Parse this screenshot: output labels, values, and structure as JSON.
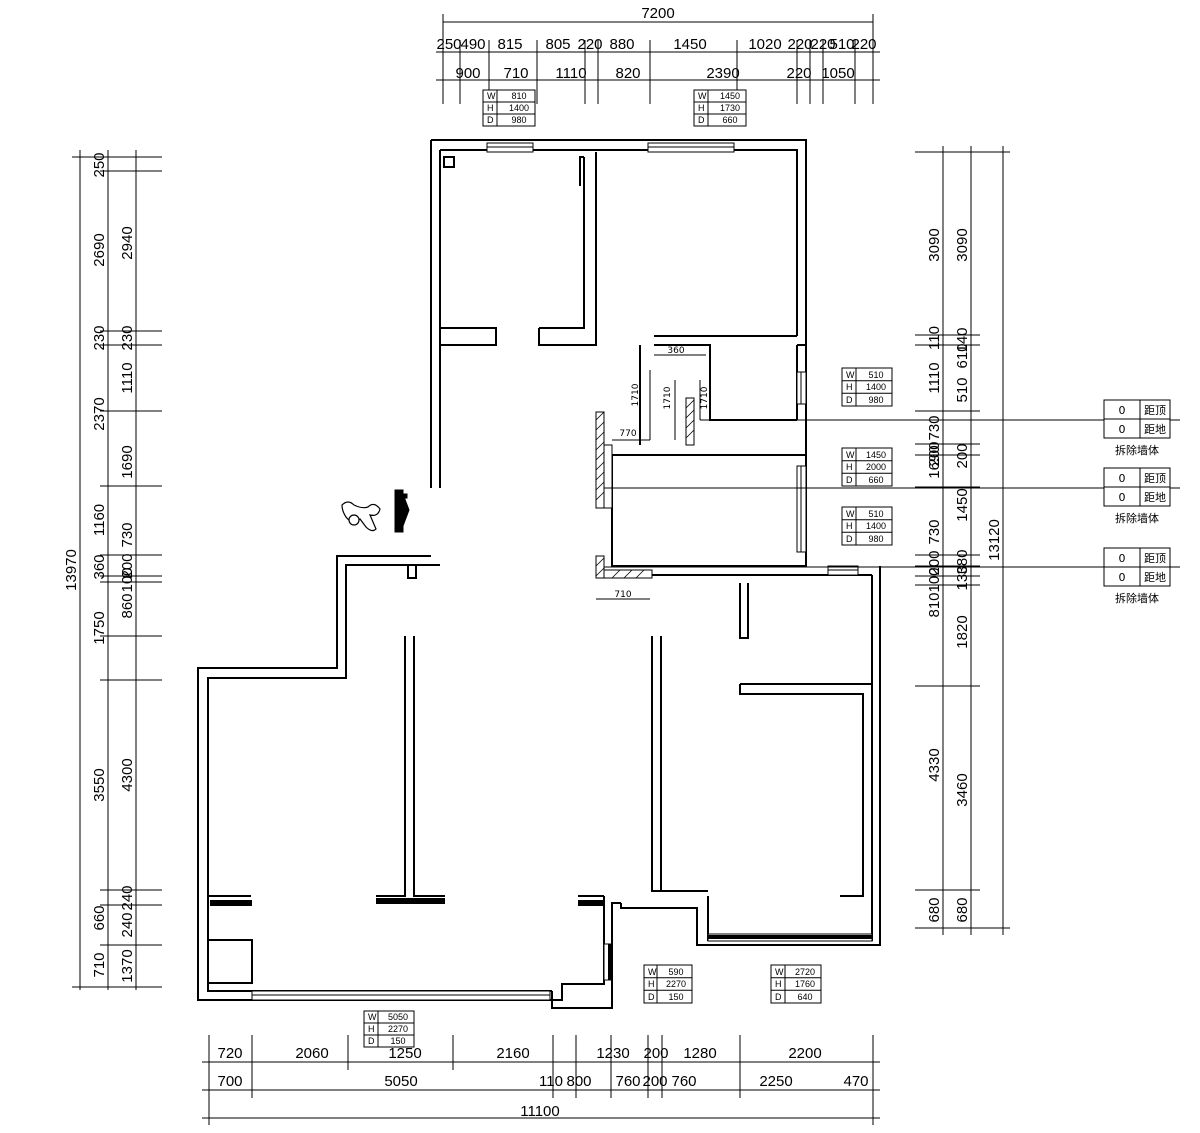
{
  "top_dims": {
    "overall": "7200",
    "row1": [
      "250",
      "490",
      "815",
      "805",
      "220",
      "880",
      "1450",
      "1020",
      "220",
      "220",
      "510",
      "220"
    ],
    "row2": [
      "900",
      "710",
      "1110",
      "820",
      "2390",
      "220",
      "1050"
    ]
  },
  "bottom_dims": {
    "row1": [
      "720",
      "2060",
      "1250",
      "2160",
      "1230",
      "200",
      "1280",
      "2200"
    ],
    "row2": [
      "700",
      "5050",
      "110",
      "800",
      "760",
      "200",
      "760",
      "2250",
      "470"
    ],
    "overall": "11100"
  },
  "left_dims": {
    "overall": "13970",
    "outer": [
      "250",
      "2690",
      "230",
      "2370",
      "1160",
      "360",
      "1750",
      "3550",
      "660",
      "710"
    ],
    "inner": [
      "2940",
      "230",
      "1110",
      "1690",
      "730",
      "200",
      "100",
      "860",
      "4300",
      "240",
      "240",
      "1370"
    ]
  },
  "right_dims": {
    "overall": "13120",
    "outer": [
      "3090",
      "110",
      "1110",
      "730",
      "200",
      "1690",
      "730",
      "200",
      "100",
      "810",
      "4330",
      "680"
    ],
    "inner": [
      "3090",
      "140",
      "610",
      "510",
      "200",
      "1450",
      "380",
      "130",
      "1820",
      "3460",
      "680"
    ]
  },
  "window_tables": [
    {
      "rows": [
        [
          "W",
          "810"
        ],
        [
          "H",
          "1400"
        ],
        [
          "D",
          "980"
        ]
      ]
    },
    {
      "rows": [
        [
          "W",
          "1450"
        ],
        [
          "H",
          "1730"
        ],
        [
          "D",
          "660"
        ]
      ]
    },
    {
      "rows": [
        [
          "W",
          "510"
        ],
        [
          "H",
          "1400"
        ],
        [
          "D",
          "980"
        ]
      ]
    },
    {
      "rows": [
        [
          "W",
          "1450"
        ],
        [
          "H",
          "2000"
        ],
        [
          "D",
          "660"
        ]
      ]
    },
    {
      "rows": [
        [
          "W",
          "510"
        ],
        [
          "H",
          "1400"
        ],
        [
          "D",
          "980"
        ]
      ]
    },
    {
      "rows": [
        [
          "W",
          "590"
        ],
        [
          "H",
          "2270"
        ],
        [
          "D",
          "150"
        ]
      ]
    },
    {
      "rows": [
        [
          "W",
          "2720"
        ],
        [
          "H",
          "1760"
        ],
        [
          "D",
          "640"
        ]
      ]
    },
    {
      "rows": [
        [
          "W",
          "5050"
        ],
        [
          "H",
          "2270"
        ],
        [
          "D",
          "150"
        ]
      ]
    }
  ],
  "demolish_tags": [
    {
      "top_val": "0",
      "top_label": "距顶",
      "bottom_val": "0",
      "bottom_label": "距地",
      "caption": "拆除墙体"
    },
    {
      "top_val": "0",
      "top_label": "距顶",
      "bottom_val": "0",
      "bottom_label": "距地",
      "caption": "拆除墙体"
    },
    {
      "top_val": "0",
      "top_label": "距顶",
      "bottom_val": "0",
      "bottom_label": "距地",
      "caption": "拆除墙体"
    }
  ],
  "interior_dims": {
    "a": "1710",
    "b": "1710",
    "c": "1710",
    "d": "770",
    "e": "710",
    "f": "360"
  }
}
